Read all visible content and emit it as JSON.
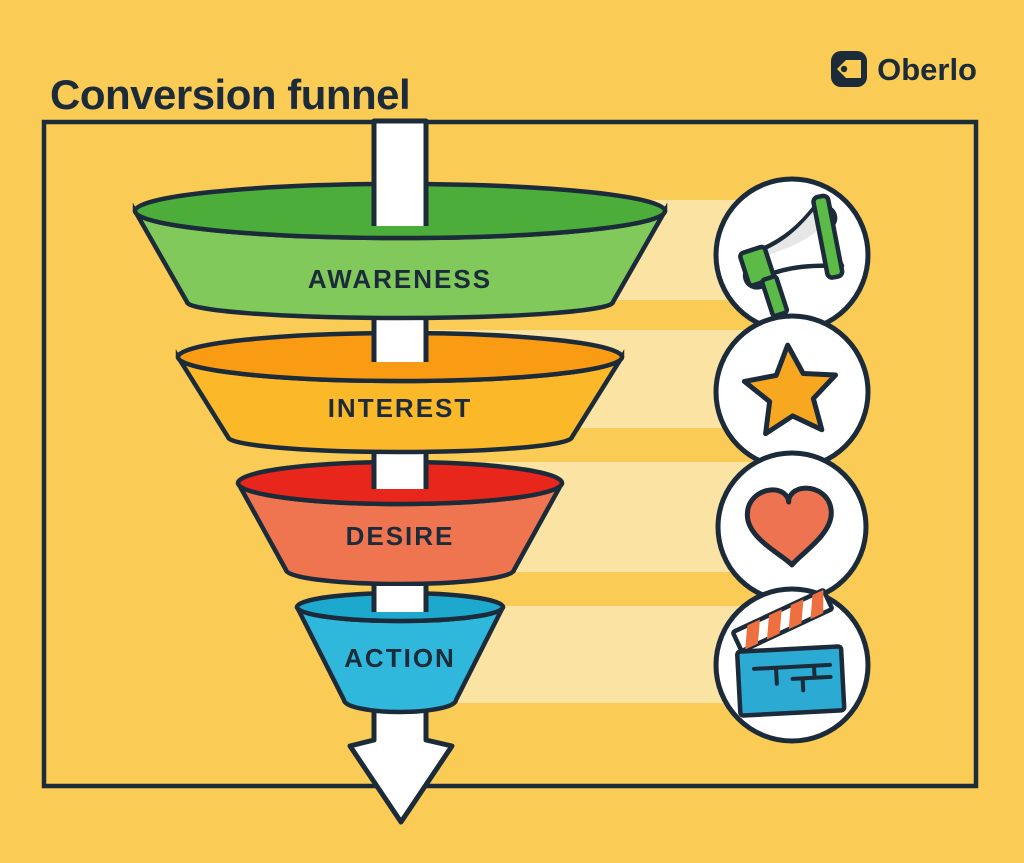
{
  "header": {
    "title": "Conversion funnel",
    "brand": "Oberlo"
  },
  "colors": {
    "background": "#FACC55",
    "stripe": "#FAE3A3",
    "outline": "#1C2B3A",
    "arrow_fill": "#FFFFFF",
    "circle_fill": "#FFFFFF"
  },
  "funnel": {
    "stages": [
      {
        "label": "AWARENESS",
        "body_color": "#82C95B",
        "rim_color": "#4CAD3B"
      },
      {
        "label": "INTEREST",
        "body_color": "#FBB92A",
        "rim_color": "#F99C14"
      },
      {
        "label": "DESIRE",
        "body_color": "#EF7450",
        "rim_color": "#E9261B"
      },
      {
        "label": "ACTION",
        "body_color": "#2FB8DC",
        "rim_color": "#1CA9CD"
      }
    ]
  },
  "side_icons": [
    {
      "name": "megaphone-icon",
      "color": "#5BBB46",
      "accent": "#F6A623",
      "shade": "#E7E7E7"
    },
    {
      "name": "star-icon",
      "color": "#F8A820"
    },
    {
      "name": "heart-icon",
      "color": "#EE7350"
    },
    {
      "name": "clapperboard-icon",
      "color": "#2BAAD4",
      "accent": "#EE7040"
    }
  ]
}
